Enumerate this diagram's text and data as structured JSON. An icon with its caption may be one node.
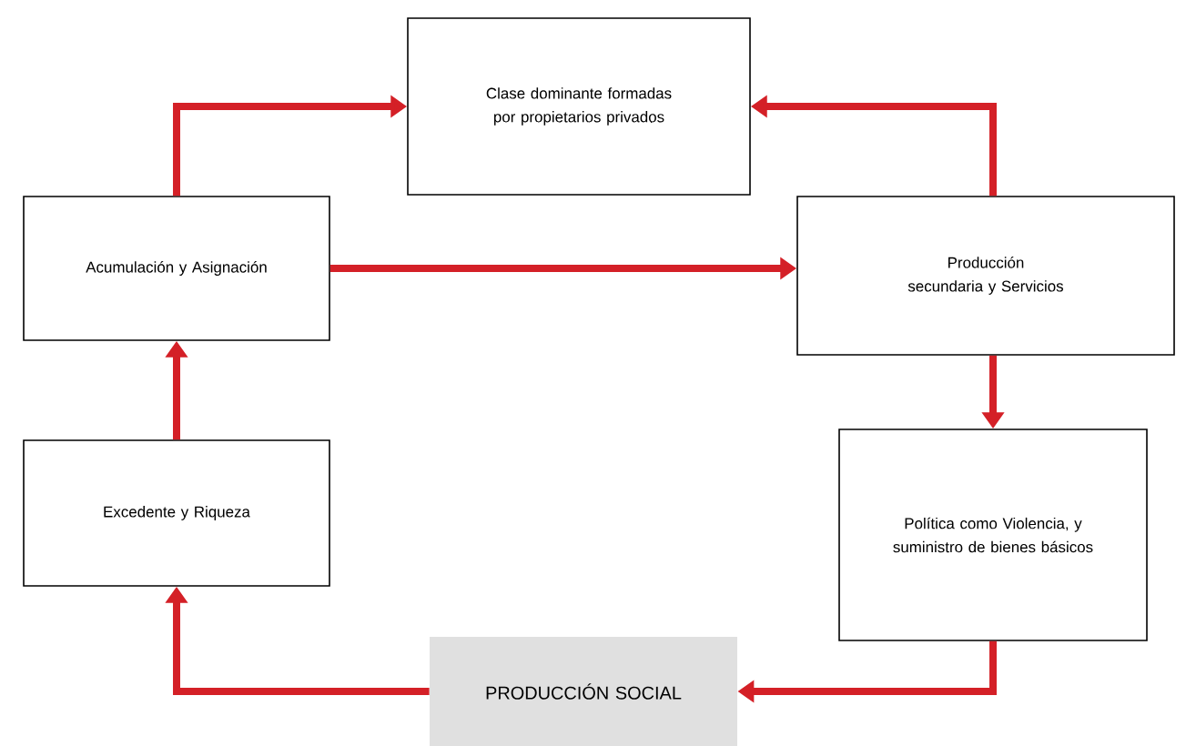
{
  "diagram": {
    "nodes": [
      {
        "text": [
          "Clase dominante formadas por propietarios privados"
        ]
      },
      {
        "text": [
          "Acumulación y Asignación"
        ]
      },
      {
        "text": [
          "Producción secundaria y Servicios"
        ]
      },
      {
        "text": [
          "Excedente y Riqueza"
        ]
      },
      {
        "text": [
          "Política como Violencia, y suministro de bienes básicos"
        ]
      },
      {
        "text": [
          "PRODUCCIÓN SOCIAL"
        ]
      }
    ],
    "edges": [
      {
        "from": 1,
        "to": 0,
        "arrow": "to"
      },
      {
        "from": 2,
        "to": 0,
        "arrow": "to"
      },
      {
        "from": 1,
        "to": 2,
        "arrow": "to"
      },
      {
        "from": 2,
        "to": 4,
        "arrow": "to"
      },
      {
        "from": 4,
        "to": 5,
        "arrow": "to"
      },
      {
        "from": 5,
        "to": 3,
        "arrow": "to"
      },
      {
        "from": 3,
        "to": 1,
        "arrow": "to"
      }
    ]
  }
}
